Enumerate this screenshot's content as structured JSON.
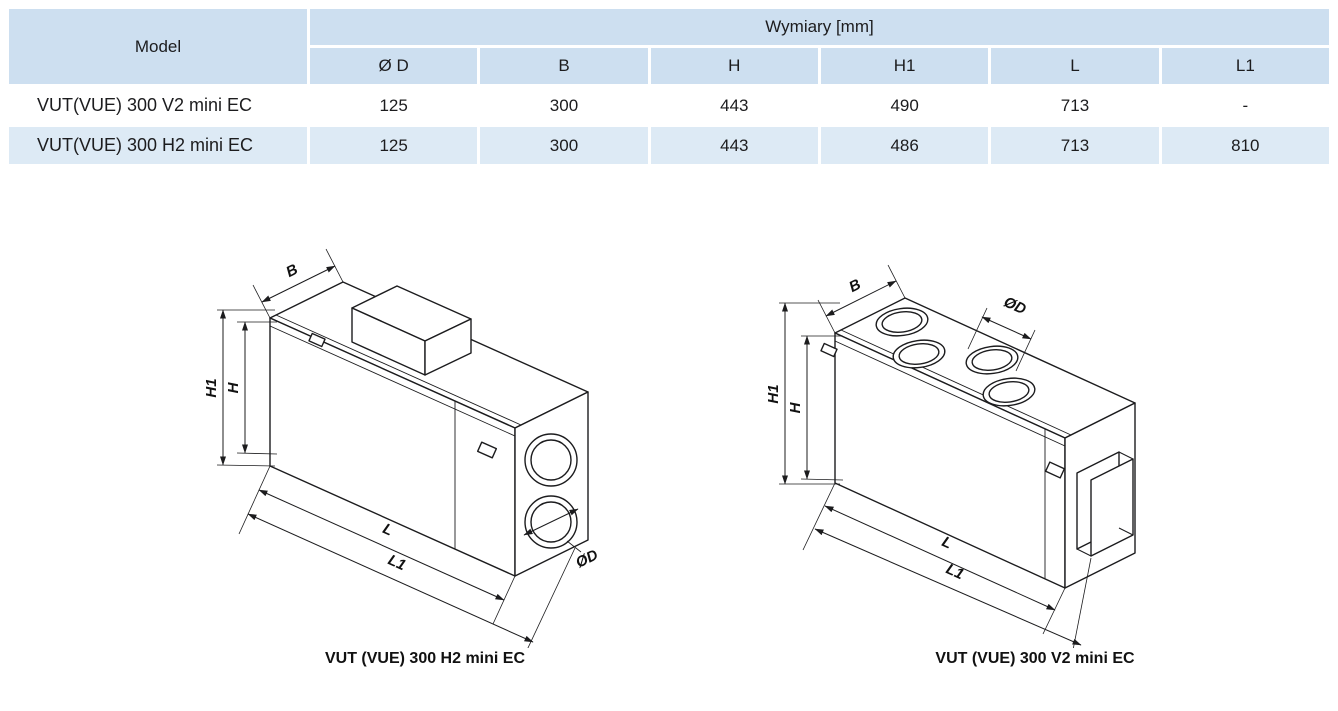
{
  "table": {
    "model_header": "Model",
    "group_header": "Wymiary [mm]",
    "columns": [
      "Ø D",
      "B",
      "H",
      "H1",
      "L",
      "L1"
    ],
    "rows": [
      {
        "model": "VUT(VUE) 300 V2 mini EC",
        "values": [
          "125",
          "300",
          "443",
          "490",
          "713",
          "-"
        ]
      },
      {
        "model": "VUT(VUE) 300 H2 mini EC",
        "values": [
          "125",
          "300",
          "443",
          "486",
          "713",
          "810"
        ]
      }
    ]
  },
  "dim_labels": {
    "B": "B",
    "H": "H",
    "H1": "H1",
    "L": "L",
    "L1": "L1",
    "D": "ØD"
  },
  "figures": {
    "left": {
      "caption": "VUT (VUE) 300 H2 mini EC"
    },
    "right": {
      "caption": "VUT (VUE) 300 V2 mini EC"
    }
  },
  "colors": {
    "header_bg": "#cddff0",
    "row_alt_bg": "#ddeaf5",
    "line": "#1c1c1e",
    "page_bg": "#ffffff"
  }
}
